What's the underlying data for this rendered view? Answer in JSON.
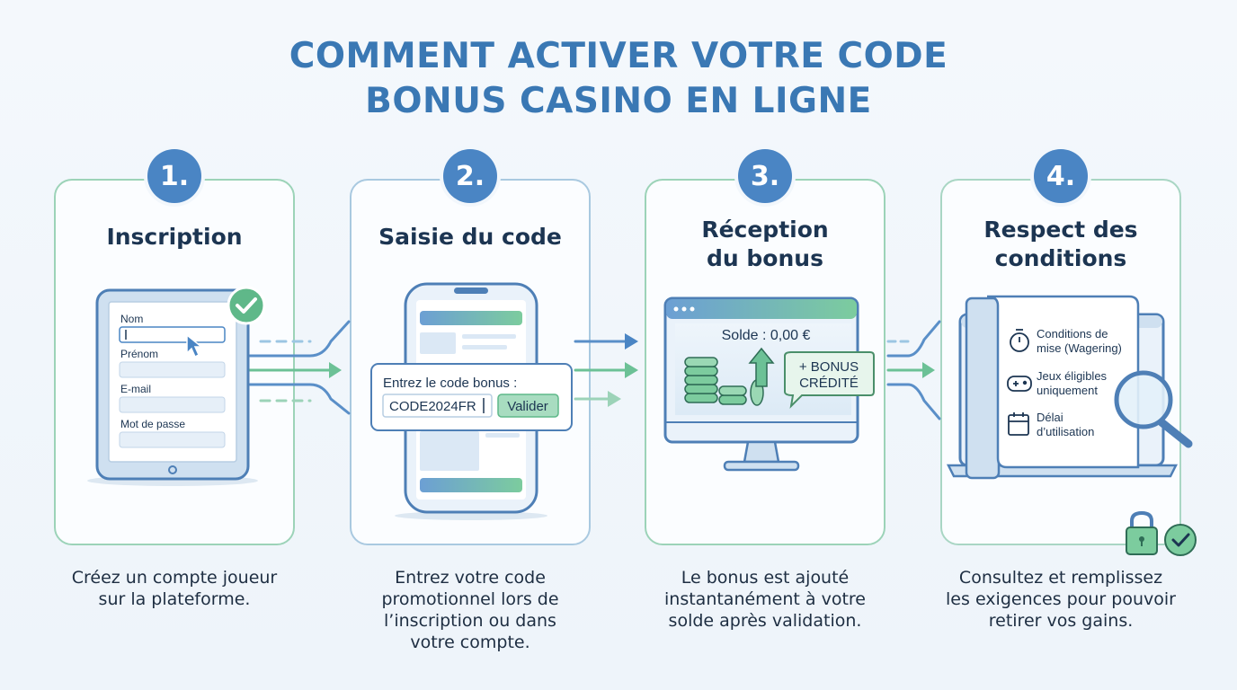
{
  "title": {
    "line1": "COMMENT ACTIVER VOTRE CODE",
    "line2": "BONUS CASINO EN LIGNE"
  },
  "steps": [
    {
      "number": "1.",
      "title_line1": "Inscription",
      "title_line2": "",
      "desc_lines": [
        "Créez un compte joueur",
        "sur la plateforme."
      ],
      "form": {
        "nom": "Nom",
        "prenom": "Prénom",
        "email": "E-mail",
        "password": "Mot de passe"
      }
    },
    {
      "number": "2.",
      "title_line1": "Saisie du code",
      "title_line2": "",
      "desc_lines": [
        "Entrez votre code",
        "promotionnel lors de",
        "l’inscription ou dans",
        "votre compte."
      ],
      "code_prompt": "Entrez le code bonus :",
      "code_value": "CODE2024FR",
      "validate_label": "Valider"
    },
    {
      "number": "3.",
      "title_line1": "Réception",
      "title_line2": "du bonus",
      "desc_lines": [
        "Le bonus est ajouté",
        "instantanément à votre",
        "solde après validation."
      ],
      "balance": "Solde : 0,00 €",
      "bonus_line1": "+ BONUS",
      "bonus_line2": "CRÉDITÉ"
    },
    {
      "number": "4.",
      "title_line1": "Respect des",
      "title_line2": "conditions",
      "desc_lines": [
        "Consultez et remplissez",
        "les exigences pour pouvoir",
        "retirer vos gains."
      ],
      "conditions": [
        {
          "line1": "Conditions de",
          "line2": "mise (Wagering)",
          "icon": "stopwatch-icon"
        },
        {
          "line1": "Jeux éligibles",
          "line2": "uniquement",
          "icon": "gamepad-icon"
        },
        {
          "line1": "Délai",
          "line2": "d’utilisation",
          "icon": "calendar-icon"
        }
      ]
    }
  ],
  "colors": {
    "title": "#3a78b4",
    "badge": "#4a85c4",
    "green": "#5fb889",
    "blue": "#5a8fc8",
    "dark": "#1c3552"
  }
}
